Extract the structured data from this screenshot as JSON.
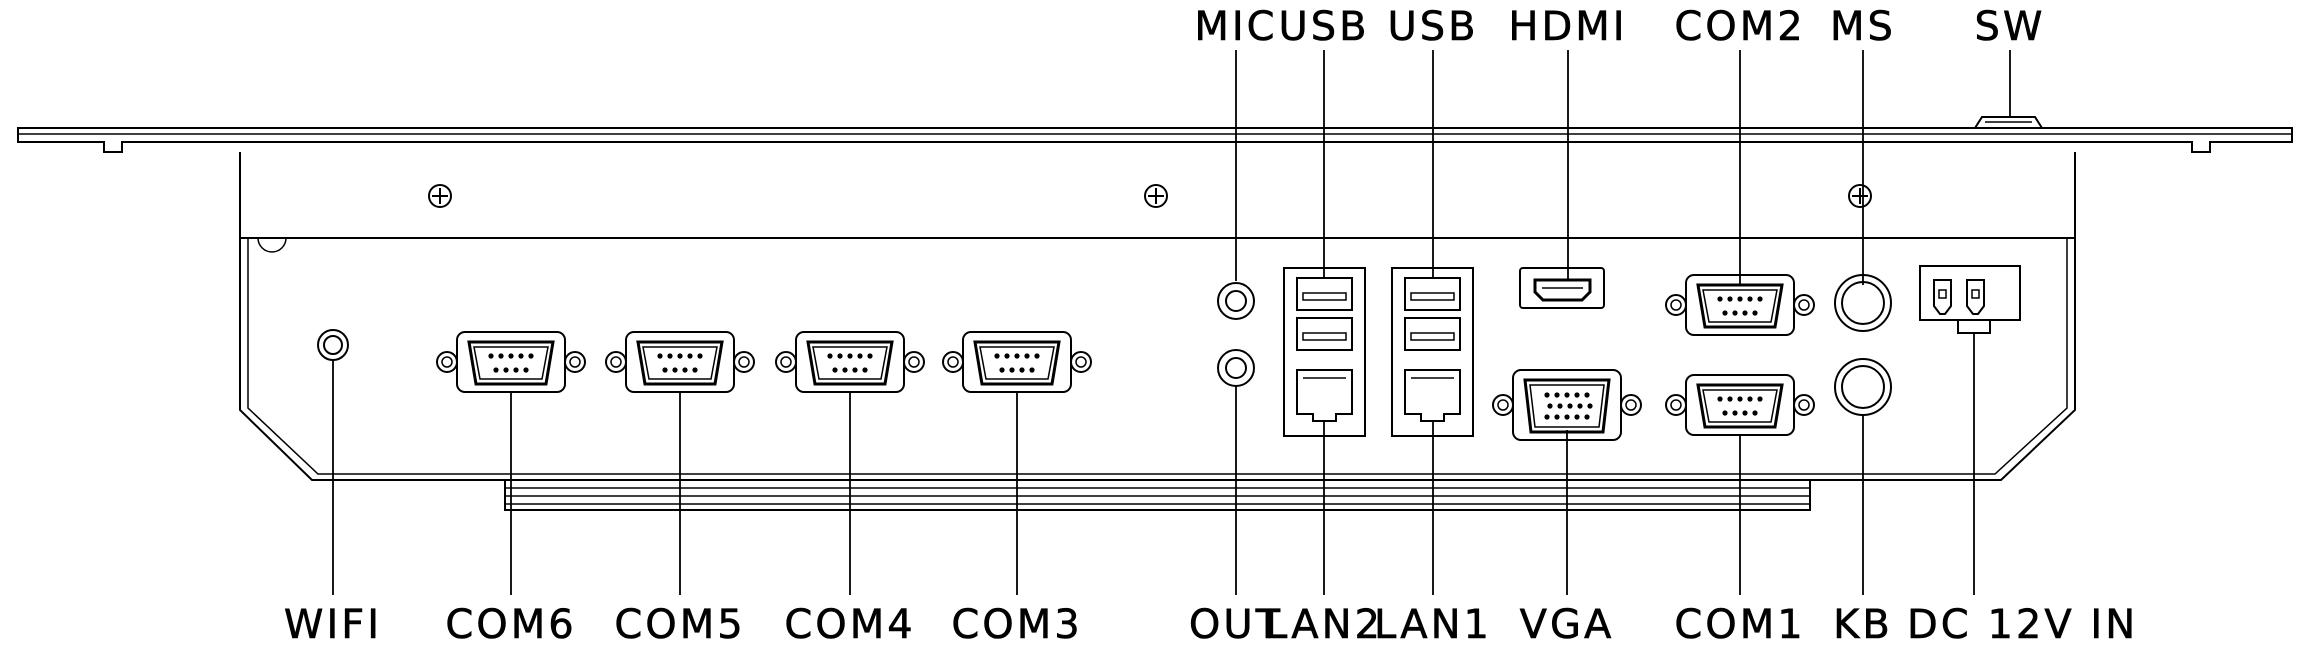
{
  "labels": {
    "top": {
      "mic": "MIC",
      "usb_1": "USB",
      "usb_2": "USB",
      "hdmi": "HDMI",
      "com2": "COM2",
      "ms": "MS",
      "sw": "SW"
    },
    "bottom": {
      "wifi": "WIFI",
      "com6": "COM6",
      "com5": "COM5",
      "com4": "COM4",
      "com3": "COM3",
      "out": "OUT",
      "lan2": "LAN2",
      "lan1": "LAN1",
      "vga": "VGA",
      "com1": "COM1",
      "kb": "KB",
      "dc": "DC 12V IN"
    }
  }
}
